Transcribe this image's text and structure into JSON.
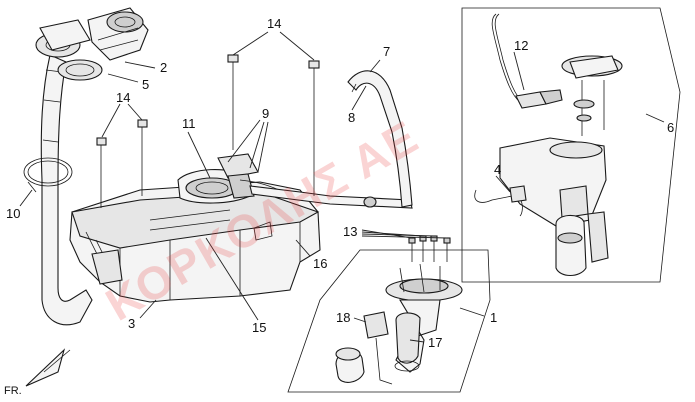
{
  "callouts": [
    "14",
    "2",
    "5",
    "10",
    "14",
    "11",
    "9",
    "8",
    "7",
    "12",
    "6",
    "4",
    "13",
    "16",
    "15",
    "3",
    "1",
    "18",
    "17"
  ],
  "watermark": "ΚΟΡΚΟΛΗΣ ΑΕ",
  "direction_label": "FR.",
  "colors": {
    "watermark": "#e83c3c",
    "line": "#1a1a1a"
  }
}
